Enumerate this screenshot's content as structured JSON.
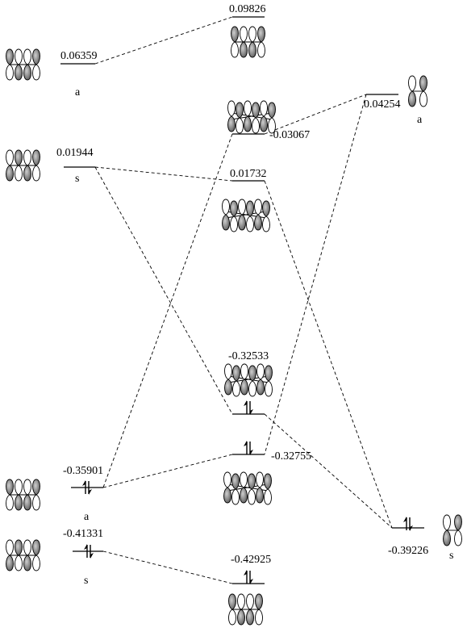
{
  "levels": {
    "l_a_high": "0.06359",
    "l_s_high": "0.01944",
    "l_a_low": "-0.35901",
    "l_s_low": "-0.41331",
    "c_top": "0.09826",
    "c_second": "-0.03067",
    "c_third": "0.01732",
    "c_mid_upper": "-0.32533",
    "c_mid_lower": "-0.32755",
    "c_bottom": "-0.42925",
    "r_a": "0.04254",
    "r_s": "-0.39226"
  },
  "symmetry": {
    "left_a_high": "a",
    "left_s_high": "s",
    "left_a_low": "a",
    "left_s_low": "s",
    "right_a": "a",
    "right_s": "s"
  },
  "colors": {
    "line": "#000000",
    "lobe_shaded": "#888888",
    "lobe_open": "#ffffff"
  },
  "icons": [
    "orbital-icon",
    "electron-pair-icon"
  ]
}
